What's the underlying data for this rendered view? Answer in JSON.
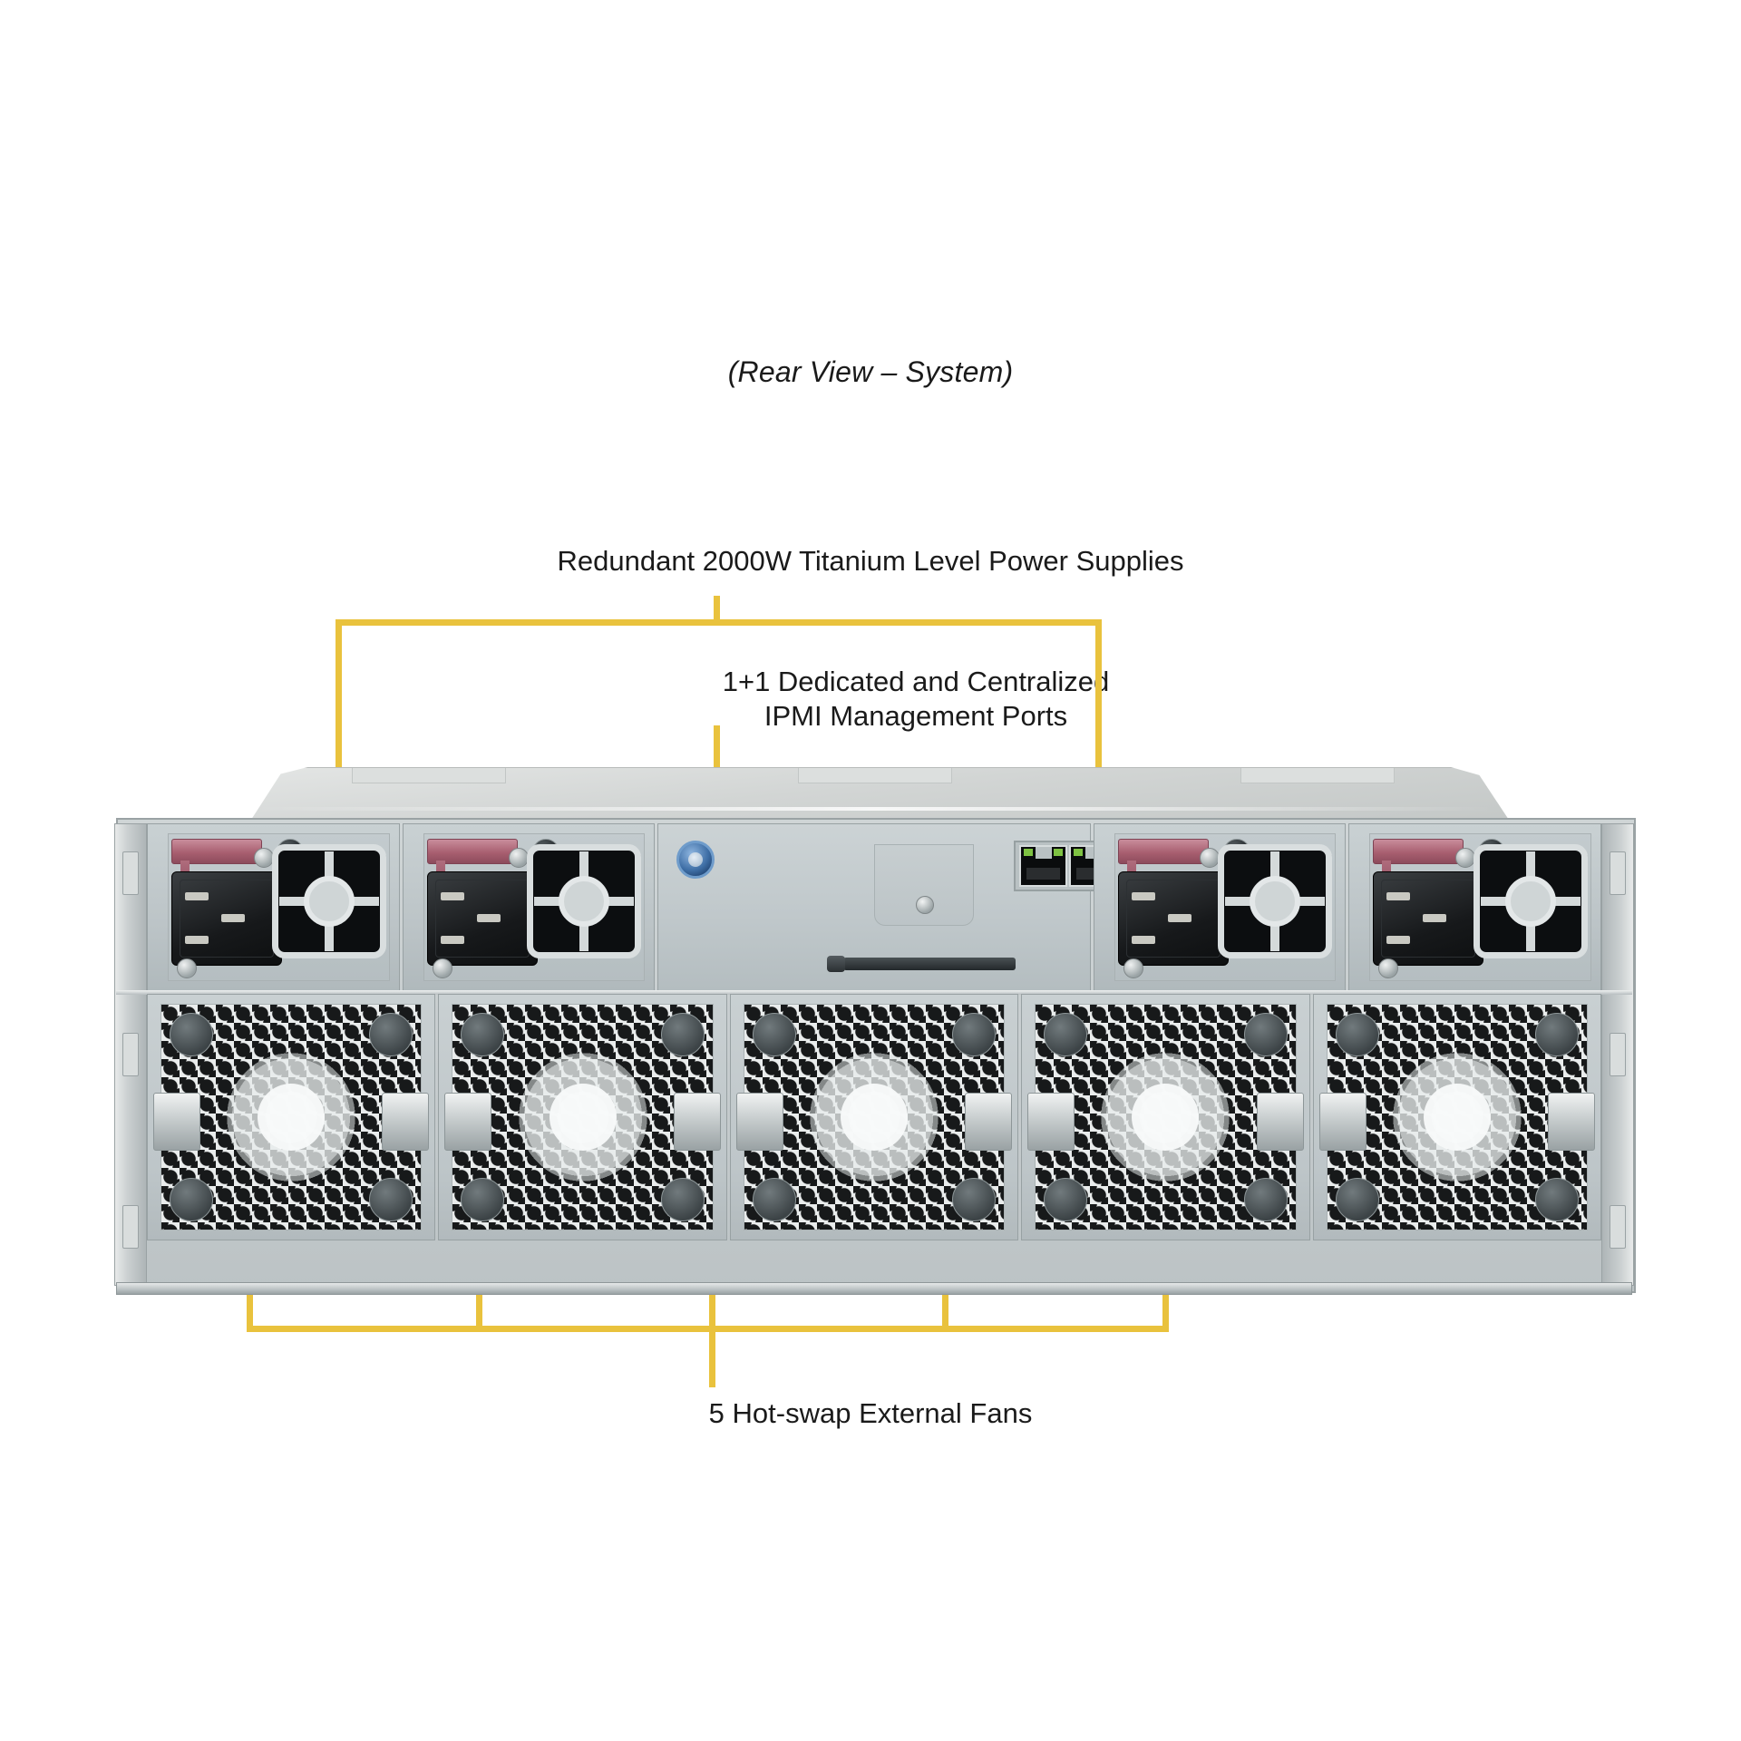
{
  "diagram": {
    "title": "(Rear View – System)",
    "accent_color": "#e9c23d",
    "chassis_color": "#c6ccce"
  },
  "callouts": [
    {
      "id": "power-supplies",
      "label": "Redundant 2000W Titanium Level Power Supplies",
      "targets": 4,
      "position": "top"
    },
    {
      "id": "ipmi-ports",
      "label": "1+1 Dedicated and Centralized\nIPMI Management Ports",
      "targets": 1,
      "position": "top-center"
    },
    {
      "id": "external-fans",
      "label": "5 Hot-swap External Fans",
      "targets": 5,
      "position": "bottom"
    }
  ],
  "chassis": {
    "form_factor_units": 4,
    "power_supplies": [
      {
        "slot": 1,
        "connector": "C14 inlet",
        "latch": "pink release latch",
        "fan": "exhaust fan"
      },
      {
        "slot": 2,
        "connector": "C14 inlet",
        "latch": "pink release latch",
        "fan": "exhaust fan"
      },
      {
        "slot": 3,
        "connector": "C14 inlet",
        "latch": "pink release latch",
        "fan": "exhaust fan"
      },
      {
        "slot": 4,
        "connector": "C14 inlet",
        "latch": "pink release latch",
        "fan": "exhaust fan"
      }
    ],
    "ipmi_module": {
      "thumbscrews": 2,
      "thumbscrew_color": "#3f6fa6",
      "rj45_ports": 2,
      "led_color": "#7ec242"
    },
    "fans": [
      {
        "slot": 1,
        "type": "hot-swap external fan"
      },
      {
        "slot": 2,
        "type": "hot-swap external fan"
      },
      {
        "slot": 3,
        "type": "hot-swap external fan"
      },
      {
        "slot": 4,
        "type": "hot-swap external fan"
      },
      {
        "slot": 5,
        "type": "hot-swap external fan"
      }
    ]
  }
}
